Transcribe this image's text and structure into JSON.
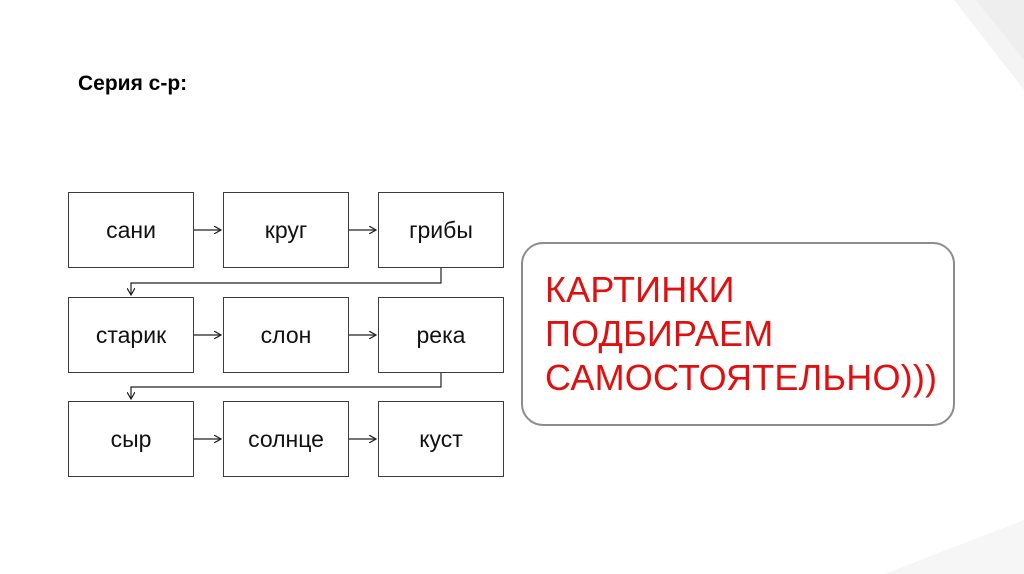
{
  "slide": {
    "title": "Серия с-р:"
  },
  "diagram": {
    "rows": [
      [
        "сани",
        "круг",
        "грибы"
      ],
      [
        "старик",
        "слон",
        "река"
      ],
      [
        "сыр",
        "солнце",
        "куст"
      ]
    ]
  },
  "note": {
    "lines": [
      "КАРТИНКИ",
      "ПОДБИРАЕМ",
      "САМОСТОЯТЕЛЬНО)))"
    ],
    "color": "#e01010"
  }
}
